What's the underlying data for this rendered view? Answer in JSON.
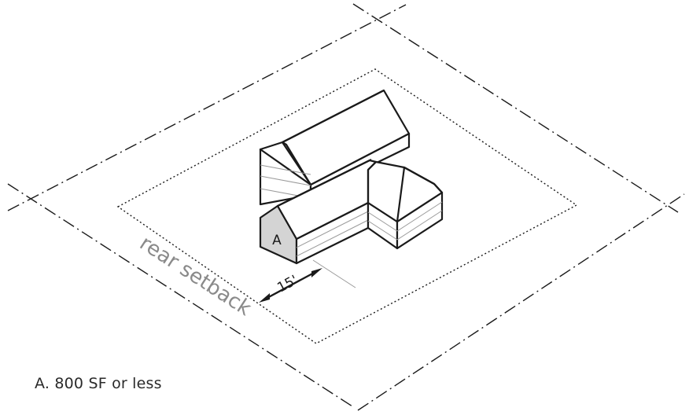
{
  "diagram": {
    "setback_label": "rear setback",
    "dimension_label": "15'",
    "building_tag": "A",
    "caption": "A. 800 SF or less"
  },
  "colors": {
    "ink": "#1a1a1a",
    "label_gray": "#8a8a8a",
    "shade_fill": "#d4d4d4",
    "siding_line": "#9a9a9a"
  }
}
